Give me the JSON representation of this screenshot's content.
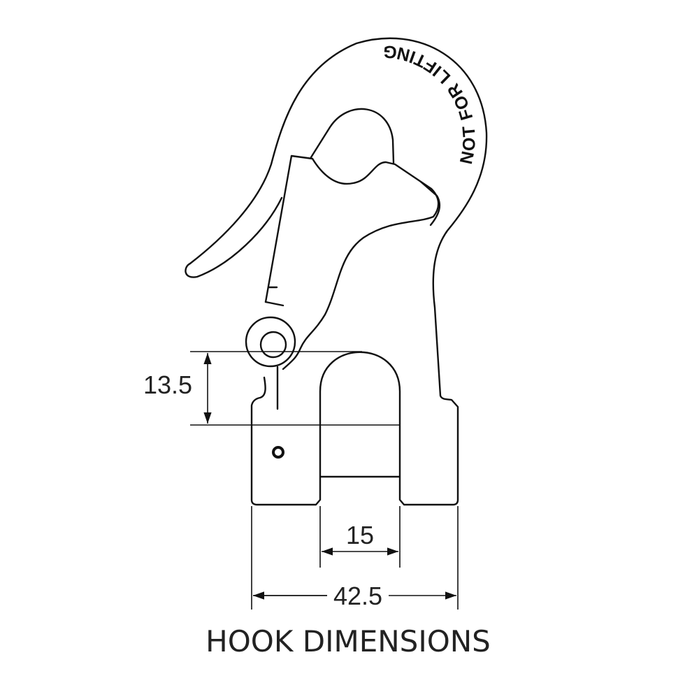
{
  "diagram": {
    "title": "HOOK DIMENSIONS",
    "hook_text": "NOT FOR LIFTING",
    "dimensions": {
      "height": "13.5",
      "inner_width": "15",
      "outer_width": "42.5"
    },
    "line_color": "#111111"
  }
}
